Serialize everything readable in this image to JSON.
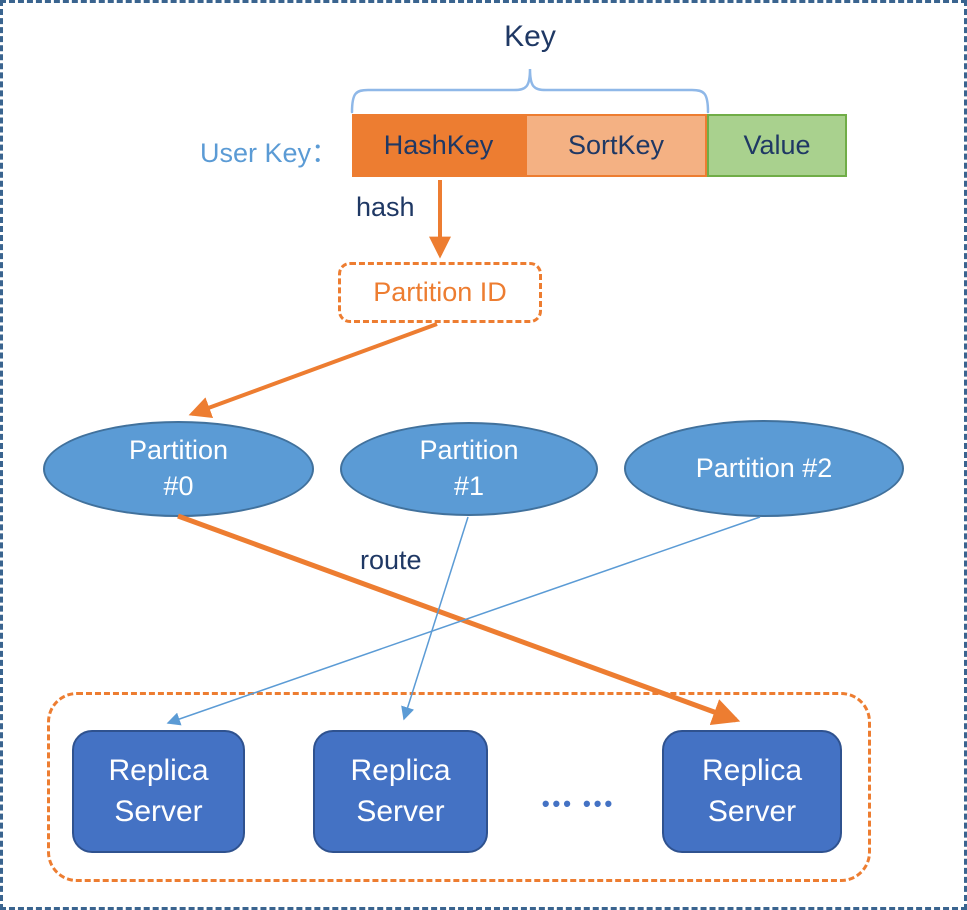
{
  "labels": {
    "key": "Key",
    "user_key": "User Key：",
    "hash": "hash",
    "route": "route"
  },
  "key_fields": [
    {
      "label": "HashKey"
    },
    {
      "label": "SortKey"
    },
    {
      "label": "Value"
    }
  ],
  "partition_id": {
    "label": "Partition ID"
  },
  "partitions": [
    {
      "line1": "Partition",
      "line2": "#0"
    },
    {
      "line1": "Partition",
      "line2": "#1"
    },
    {
      "line1": "Partition #2"
    }
  ],
  "replica_group": {
    "servers": [
      {
        "line1": "Replica",
        "line2": "Server"
      },
      {
        "line1": "Replica",
        "line2": "Server"
      },
      {
        "line1": "Replica",
        "line2": "Server"
      }
    ],
    "dots": "••• •••"
  },
  "colors": {
    "orange": "#ED7D31",
    "salmon": "#F4B183",
    "green": "#A9D18E",
    "green_border": "#70AD47",
    "ellipse_blue": "#5B9BD5",
    "ellipse_border": "#41719C",
    "replica_blue": "#4472C4",
    "replica_border": "#2F528F",
    "navy_text": "#1F3864",
    "light_blue_text": "#5B9BD5",
    "brace_blue": "#8FB8E8",
    "frame_blue": "#3A648F"
  }
}
